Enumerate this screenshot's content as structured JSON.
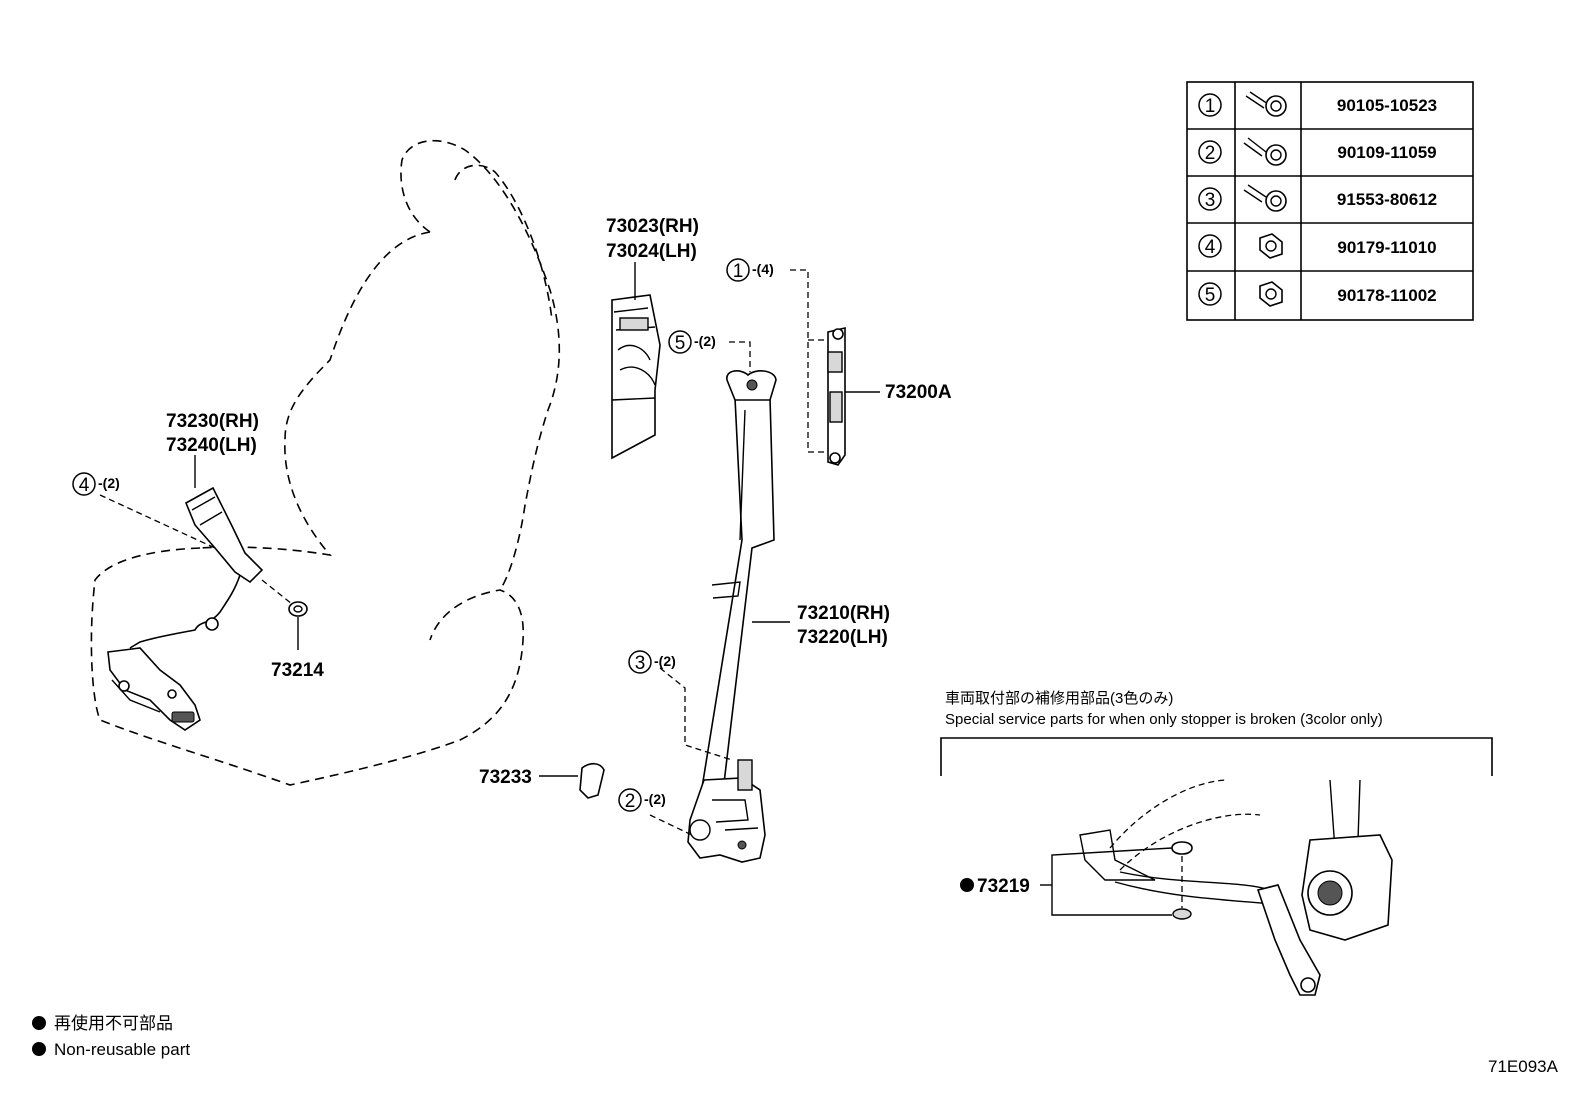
{
  "labels": {
    "pillar_cover": [
      "73023(RH)",
      "73024(LH)"
    ],
    "adjuster": "73200A",
    "buckle": [
      "73230(RH)",
      "73240(LH)"
    ],
    "washer": "73214",
    "belt_assy": [
      "73210(RH)",
      "73220(LH)"
    ],
    "stopper": "73233",
    "special_part": "73219"
  },
  "callouts": [
    {
      "num": "1",
      "qty": "-(4)"
    },
    {
      "num": "5",
      "qty": "-(2)"
    },
    {
      "num": "4",
      "qty": "-(2)"
    },
    {
      "num": "3",
      "qty": "-(2)"
    },
    {
      "num": "2",
      "qty": "-(2)"
    }
  ],
  "fastener_table": [
    {
      "num": "1",
      "icon": "bolt-icon",
      "part_no": "90105-10523"
    },
    {
      "num": "2",
      "icon": "bolt-icon",
      "part_no": "90109-11059"
    },
    {
      "num": "3",
      "icon": "bolt-icon",
      "part_no": "91553-80612"
    },
    {
      "num": "4",
      "icon": "nut-icon",
      "part_no": "90179-11010"
    },
    {
      "num": "5",
      "icon": "nut-icon",
      "part_no": "90178-11002"
    }
  ],
  "special_note": {
    "jp": "車両取付部の補修用部品(3色のみ)",
    "en": "Special service parts for when only stopper is broken (3color only)"
  },
  "legend": {
    "jp": "再使用不可部品",
    "en": "Non-reusable part"
  },
  "figure_id": "71E093A"
}
